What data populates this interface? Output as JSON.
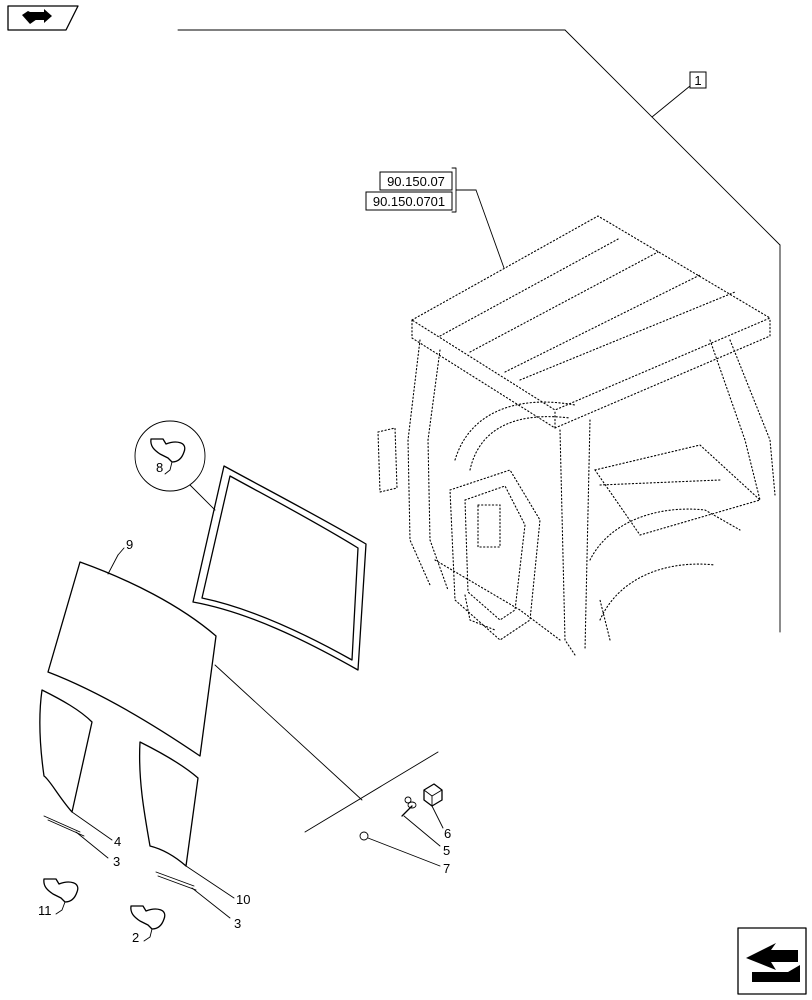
{
  "references": [
    "90.150.07",
    "90.150.0701"
  ],
  "callouts": {
    "c1": "1",
    "c2": "2",
    "c3a": "3",
    "c3b": "3",
    "c4": "4",
    "c5": "5",
    "c6": "6",
    "c7": "7",
    "c8": "8",
    "c9": "9",
    "c10": "10",
    "c11": "11"
  },
  "icons": {
    "top_left": "book-arrow-icon",
    "bottom_right": "next-page-arrow-icon",
    "kit": "kit-bag-icon"
  }
}
